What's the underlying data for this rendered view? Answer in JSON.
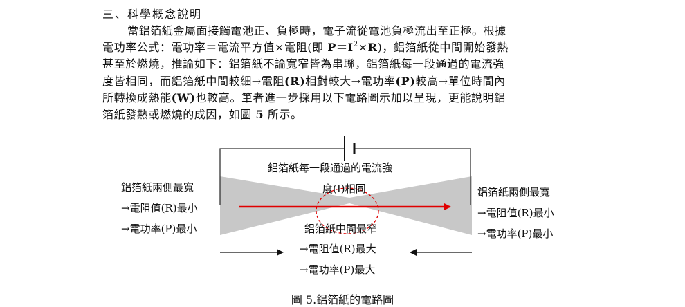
{
  "section_heading": "三、科學概念說明",
  "paragraph": {
    "l1": "當鋁箔紙金屬面接觸電池正、負極時，電子流從電池負極流出至正極。根據",
    "l2a": "電功率公式：電功率＝電流平方值×電阻(即 ",
    "l2_formula_p": "P",
    "l2_formula_eq": "＝",
    "l2_formula_i": "I",
    "l2_formula_sup": "2",
    "l2_formula_x": "×",
    "l2_formula_r": "R",
    "l2b": ")，鋁箔紙從中間開始發熱",
    "l3": "甚至於燃燒，推論如下：鋁箔紙不論寬窄皆為串聯，鋁箔紙每一段通過的電流強",
    "l4a": "度皆相同，而鋁箔紙中間較細→電阻",
    "l4b": "(R)",
    "l4c": "相對較大→電功率",
    "l4d": "(P)",
    "l4e": "較高→單位時間內",
    "l5a": "所轉換成熱能",
    "l5b": "(W)",
    "l5c": "也較高。筆者進一步採用以下電路圖示加以呈現，更能說明鋁",
    "l6a": "箔紙發熱或燃燒的成因，如圖 ",
    "l6b": "5",
    "l6c": " 所示。"
  },
  "diagram": {
    "top_center_l1": "鋁箔紙每一段通過的電流強",
    "top_center_l2": "度(I)相同",
    "left_title": "鋁箔紙兩側最寬",
    "left_r": "→電阻值(R)最小",
    "left_p": "→電功率(P)最小",
    "right_title": "鋁箔紙兩側最寬",
    "right_r": "→電阻值(R)最小",
    "right_p": "→電功率(P)最小",
    "mid_title": "鋁箔紙中間最窄",
    "mid_r": "→電阻值(R)最大",
    "mid_p": "→電功率(P)最大",
    "colors": {
      "foil": "#c8c8c8",
      "current_arrow": "#e00000",
      "hotspot_circle": "#e00000",
      "wire": "#333333"
    }
  },
  "caption": "圖 5.鋁箔紙的電路圖"
}
